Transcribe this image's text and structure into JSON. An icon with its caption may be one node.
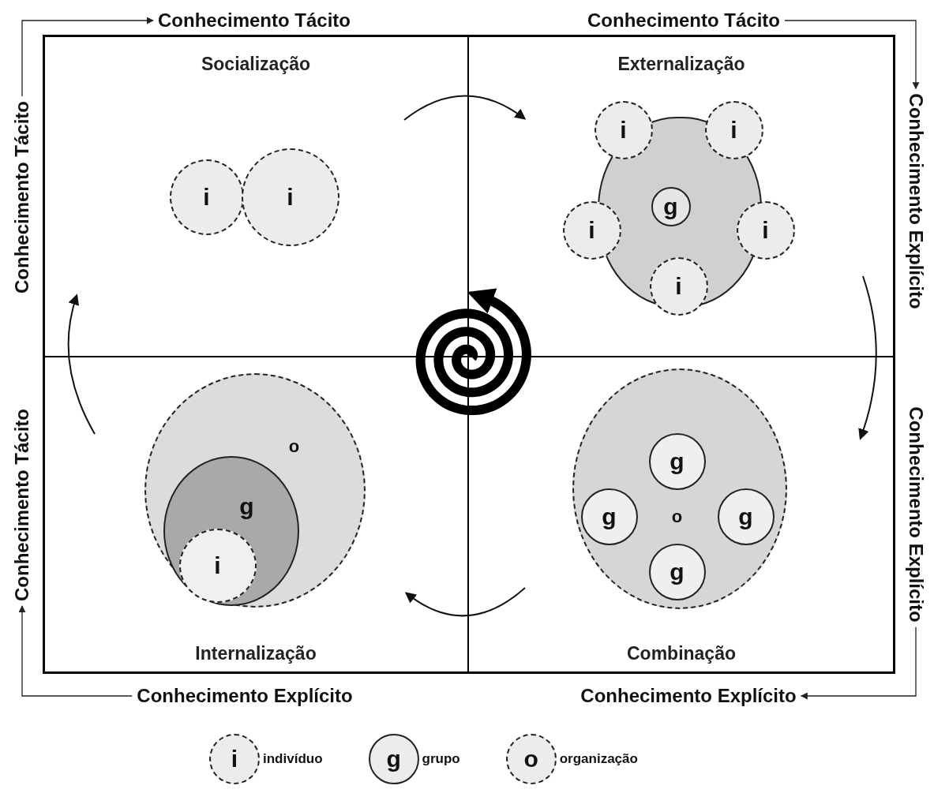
{
  "diagram": {
    "nodes": [
      {
        "text": [
          "Socialização"
        ]
      },
      {
        "text": [
          "i"
        ],
        "in": 0
      },
      {
        "text": [
          "i"
        ],
        "in": 0
      },
      {
        "text": [
          "Externalização"
        ]
      },
      {
        "text": [
          "i"
        ],
        "in": 3
      },
      {
        "text": [
          "i"
        ],
        "in": 3
      },
      {
        "text": [],
        "shape": "circle",
        "in": 3
      },
      {
        "text": [
          "g"
        ],
        "in": 6
      },
      {
        "text": [
          "i"
        ],
        "in": 3
      },
      {
        "text": [
          "i"
        ],
        "in": 3
      },
      {
        "text": [
          "i"
        ],
        "in": 3
      },
      {
        "text": [
          "Internalização"
        ]
      },
      {
        "text": [
          "o"
        ],
        "in": 11
      },
      {
        "text": [
          "g"
        ],
        "in": 12
      },
      {
        "text": [
          "i"
        ],
        "in": 13
      },
      {
        "text": [
          "Combinação"
        ]
      },
      {
        "text": [
          "o"
        ],
        "in": 15
      },
      {
        "text": [
          "g"
        ],
        "in": 16
      },
      {
        "text": [
          "g"
        ],
        "in": 16
      },
      {
        "text": [
          "g"
        ],
        "in": 16
      },
      {
        "text": [
          "g"
        ],
        "in": 16
      },
      {
        "text": [
          "Conhecimento Tácito"
        ]
      },
      {
        "text": [
          "Conhecimento Tácito"
        ]
      },
      {
        "text": [
          "Conhecimento Tácito"
        ]
      },
      {
        "text": [
          "Conhecimento Explícito"
        ]
      },
      {
        "text": [
          "Conhecimento Tácito"
        ]
      },
      {
        "text": [
          "Conhecimento Explícito"
        ]
      },
      {
        "text": [
          "Conhecimento Explícito"
        ]
      },
      {
        "text": [
          "Conhecimento Explícito"
        ]
      },
      {
        "text": [],
        "shape": "picture"
      }
    ],
    "edges": [
      {
        "from": 23,
        "to": 21,
        "arrow": "to"
      },
      {
        "from": 22,
        "to": 24,
        "arrow": "to"
      },
      {
        "from": 26,
        "to": 28,
        "arrow": "to"
      },
      {
        "from": 27,
        "to": 25,
        "arrow": "to"
      }
    ],
    "labels": [
      "i",
      "g",
      "o"
    ],
    "legend": [
      {
        "text": "indivíduo"
      },
      {
        "text": "grupo"
      },
      {
        "text": "organização"
      }
    ]
  }
}
